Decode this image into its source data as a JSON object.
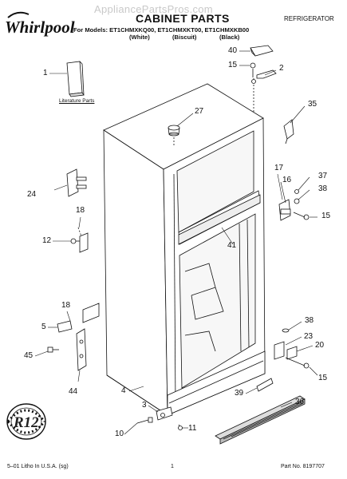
{
  "watermark": "AppliancePartsPros.com",
  "brand": "Whirlpool",
  "header": {
    "title": "CABINET PARTS",
    "category": "REFRIGERATOR",
    "models_line": "For Models: ET1CHMXKQ00, ET1CHMXKT00, ET1CHMXKB00",
    "colors": [
      "(White)",
      "(Biscuit)",
      "(Black)"
    ]
  },
  "literature_label": "Literature Parts",
  "part_labels": {
    "p1": "1",
    "p2": "2",
    "p3": "3",
    "p4": "4",
    "p5": "5",
    "p10": "10",
    "p11": "11",
    "p12": "12",
    "p15a": "15",
    "p15b": "15",
    "p15c": "15",
    "p16": "16",
    "p17": "17",
    "p18a": "18",
    "p18b": "18",
    "p20": "20",
    "p23": "23",
    "p24": "24",
    "p27": "27",
    "p35": "35",
    "p36": "36",
    "p37": "37",
    "p38a": "38",
    "p38b": "38",
    "p39": "39",
    "p40": "40",
    "p41": "41",
    "p44": "44",
    "p45": "45"
  },
  "badge": "R12",
  "footer": {
    "left": "5–01 Litho In U.S.A. (sg)",
    "page": "1",
    "right": "Part No. 8197707"
  }
}
